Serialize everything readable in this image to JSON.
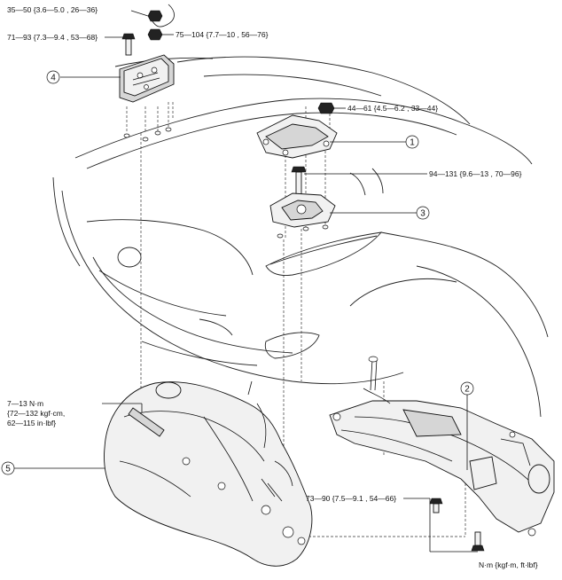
{
  "torque_labels": {
    "nut_top": "35—50 {3.6—5.0 , 26—36}",
    "bolt_left": "71—93 {7.3—9.4 , 53—68}",
    "nut_mid": "75—104 {7.7—10 , 56—76}",
    "nut_right": "44—61 {4.5—6.2 , 33—44}",
    "bolt_mount": "94—131 {9.6—13 , 70—96}",
    "bolt_bottom": "73—90 {7.5—9.1 , 54—66}",
    "small_bolt_line1": "7—13 N·m",
    "small_bolt_line2": "{72—132 kgf·cm,",
    "small_bolt_line3": "62—115 in·lbf}"
  },
  "units_legend": "N·m {kgf·m, ft·lbf}",
  "callouts": [
    "1",
    "2",
    "3",
    "4",
    "5"
  ]
}
